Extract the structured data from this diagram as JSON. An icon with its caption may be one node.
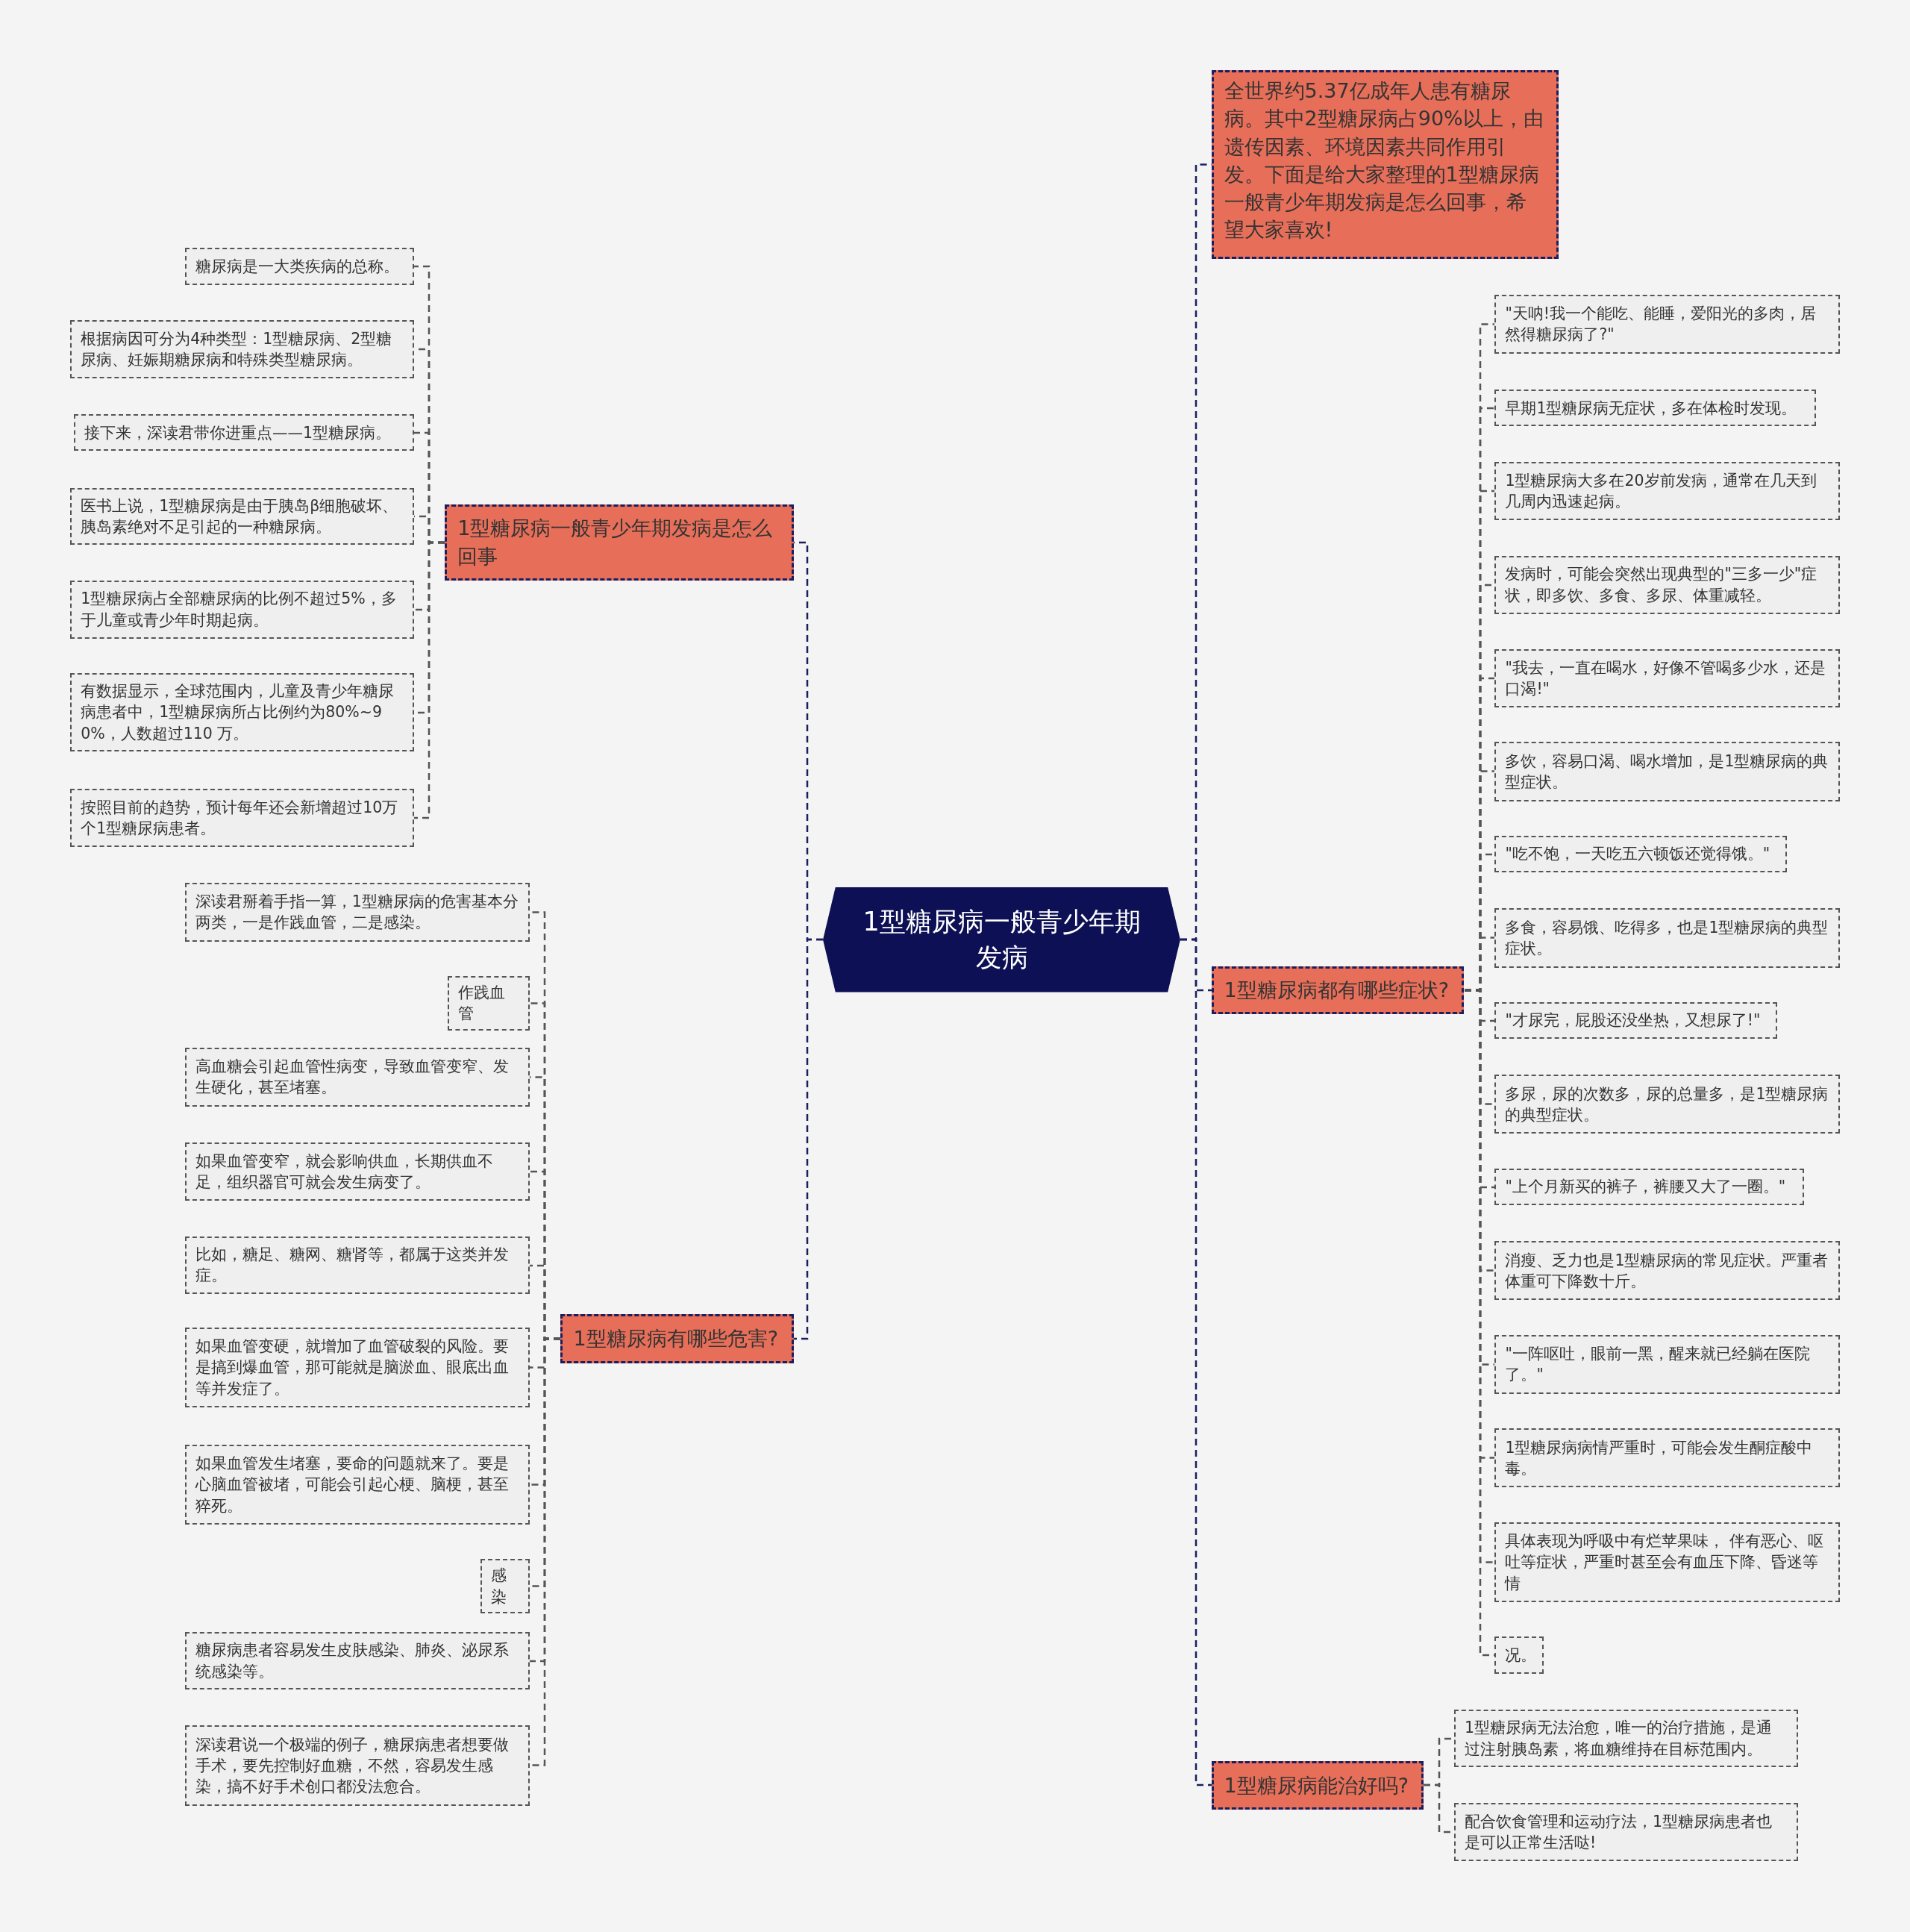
{
  "diagram": {
    "nodes": [
      {
        "text": [
          "1型糖尿病一般青少年期发病"
        ]
      },
      {
        "text": [
          "全世界约5.37亿成年人患有糖尿病。其中2型糖尿病占90%以上，由遗传因素、环境因素共同作用引发。下面是给大家整理的1型糖尿病一般青少年期发病是怎么回事，希望大家喜欢!"
        ]
      },
      {
        "text": [
          "1型糖尿病一般青少年期发病是怎么回事"
        ]
      },
      {
        "text": [
          "糖尿病是一大类疾病的总称。"
        ]
      },
      {
        "text": [
          "根据病因可分为4种类型：1型糖尿病、2型糖尿病、妊娠期糖尿病和特殊类型糖尿病。"
        ]
      },
      {
        "text": [
          "接下来，深读君带你进重点——1型糖尿病。"
        ]
      },
      {
        "text": [
          "医书上说，1型糖尿病是由于胰岛β细胞破坏、胰岛素绝对不足引起的一种糖尿病。"
        ]
      },
      {
        "text": [
          "1型糖尿病占全部糖尿病的比例不超过5%，多于儿童或青少年时期起病。"
        ]
      },
      {
        "text": [
          "有数据显示，全球范围内，儿童及青少年糖尿病患者中，1型糖尿病所占比例约为80%~90%，人数超过110 万。"
        ]
      },
      {
        "text": [
          "按照目前的趋势，预计每年还会新增超过10万个1型糖尿病患者。"
        ]
      },
      {
        "text": [
          "1型糖尿病有哪些危害?"
        ]
      },
      {
        "text": [
          "深读君掰着手指一算，1型糖尿病的危害基本分两类，一是作践血管，二是感染。"
        ]
      },
      {
        "text": [
          "作践血管"
        ]
      },
      {
        "text": [
          "高血糖会引起血管性病变，导致血管变窄、发生硬化，甚至堵塞。"
        ]
      },
      {
        "text": [
          "如果血管变窄，就会影响供血，长期供血不足，组织器官可就会发生病变了。"
        ]
      },
      {
        "text": [
          "比如，糖足、糖网、糖肾等，都属于这类并发症。"
        ]
      },
      {
        "text": [
          "如果血管变硬，就增加了血管破裂的风险。要是搞到爆血管，那可能就是脑淤血、眼底出血等并发症了。"
        ]
      },
      {
        "text": [
          "如果血管发生堵塞，要命的问题就来了。要是心脑血管被堵，可能会引起心梗、脑梗，甚至猝死。"
        ]
      },
      {
        "text": [
          "感染"
        ]
      },
      {
        "text": [
          "糖尿病患者容易发生皮肤感染、肺炎、泌尿系统感染等。"
        ]
      },
      {
        "text": [
          "深读君说一个极端的例子，糖尿病患者想要做手术，要先控制好血糖，不然，容易发生感染，搞不好手术创口都没法愈合。"
        ]
      },
      {
        "text": [
          "1型糖尿病都有哪些症状?"
        ]
      },
      {
        "text": [
          "\"天呐!我一个能吃、能睡，爱阳光的多肉，居然得糖尿病了?\""
        ]
      },
      {
        "text": [
          "早期1型糖尿病无症状，多在体检时发现。"
        ]
      },
      {
        "text": [
          "1型糖尿病大多在20岁前发病，通常在几天到几周内迅速起病。"
        ]
      },
      {
        "text": [
          "发病时，可能会突然出现典型的\"三多一少\"症状，即多饮、多食、多尿、体重减轻。"
        ]
      },
      {
        "text": [
          "\"我去，一直在喝水，好像不管喝多少水，还是口渴!\""
        ]
      },
      {
        "text": [
          "多饮，容易口渴、喝水增加，是1型糖尿病的典型症状。"
        ]
      },
      {
        "text": [
          "\"吃不饱，一天吃五六顿饭还觉得饿。\""
        ]
      },
      {
        "text": [
          "多食，容易饿、吃得多，也是1型糖尿病的典型症状。"
        ]
      },
      {
        "text": [
          "\"才尿完，屁股还没坐热，又想尿了!\""
        ]
      },
      {
        "text": [
          "多尿，尿的次数多，尿的总量多，是1型糖尿病的典型症状。"
        ]
      },
      {
        "text": [
          "\"上个月新买的裤子，裤腰又大了一圈。\""
        ]
      },
      {
        "text": [
          "消瘦、乏力也是1型糖尿病的常见症状。严重者体重可下降数十斤。"
        ]
      },
      {
        "text": [
          "\"一阵呕吐，眼前一黑，醒来就已经躺在医院了。\""
        ]
      },
      {
        "text": [
          "1型糖尿病病情严重时，可能会发生酮症酸中毒。"
        ]
      },
      {
        "text": [
          "具体表现为呼吸中有烂苹果味， 伴有恶心、呕吐等症状，严重时甚至会有血压下降、昏迷等情"
        ]
      },
      {
        "text": [
          "况。"
        ]
      },
      {
        "text": [
          "1型糖尿病能治好吗?"
        ]
      },
      {
        "text": [
          "1型糖尿病无法治愈，唯一的治疗措施，是通过注射胰岛素，将血糖维持在目标范围内。"
        ]
      },
      {
        "text": [
          "配合饮食管理和运动疗法，1型糖尿病患者也是可以正常生活哒!"
        ]
      }
    ],
    "edges": [
      {
        "from": 0,
        "to": 1,
        "arrow": "none",
        "style": "dashed",
        "color": "#1b1f5e"
      },
      {
        "from": 0,
        "to": 2,
        "arrow": "none",
        "style": "dashed",
        "color": "#1b1f5e"
      },
      {
        "from": 0,
        "to": 10,
        "arrow": "none",
        "style": "dashed",
        "color": "#1b1f5e"
      },
      {
        "from": 0,
        "to": 21,
        "arrow": "none",
        "style": "dashed",
        "color": "#1b1f5e"
      },
      {
        "from": 0,
        "to": 38,
        "arrow": "none",
        "style": "dashed",
        "color": "#1b1f5e"
      },
      {
        "from": 2,
        "to": 3,
        "arrow": "none",
        "style": "dashed"
      },
      {
        "from": 2,
        "to": 4,
        "arrow": "none",
        "style": "dashed"
      },
      {
        "from": 2,
        "to": 5,
        "arrow": "none",
        "style": "dashed"
      },
      {
        "from": 2,
        "to": 6,
        "arrow": "none",
        "style": "dashed"
      },
      {
        "from": 2,
        "to": 7,
        "arrow": "none",
        "style": "dashed"
      },
      {
        "from": 2,
        "to": 8,
        "arrow": "none",
        "style": "dashed"
      },
      {
        "from": 2,
        "to": 9,
        "arrow": "none",
        "style": "dashed"
      },
      {
        "from": 10,
        "to": 11,
        "arrow": "none",
        "style": "dashed"
      },
      {
        "from": 10,
        "to": 12,
        "arrow": "none",
        "style": "dashed"
      },
      {
        "from": 10,
        "to": 13,
        "arrow": "none",
        "style": "dashed"
      },
      {
        "from": 10,
        "to": 14,
        "arrow": "none",
        "style": "dashed"
      },
      {
        "from": 10,
        "to": 15,
        "arrow": "none",
        "style": "dashed"
      },
      {
        "from": 10,
        "to": 16,
        "arrow": "none",
        "style": "dashed"
      },
      {
        "from": 10,
        "to": 17,
        "arrow": "none",
        "style": "dashed"
      },
      {
        "from": 10,
        "to": 18,
        "arrow": "none",
        "style": "dashed"
      },
      {
        "from": 10,
        "to": 19,
        "arrow": "none",
        "style": "dashed"
      },
      {
        "from": 10,
        "to": 20,
        "arrow": "none",
        "style": "dashed"
      },
      {
        "from": 21,
        "to": 22,
        "arrow": "none",
        "style": "dashed"
      },
      {
        "from": 21,
        "to": 23,
        "arrow": "none",
        "style": "dashed"
      },
      {
        "from": 21,
        "to": 24,
        "arrow": "none",
        "style": "dashed"
      },
      {
        "from": 21,
        "to": 25,
        "arrow": "none",
        "style": "dashed"
      },
      {
        "from": 21,
        "to": 26,
        "arrow": "none",
        "style": "dashed"
      },
      {
        "from": 21,
        "to": 27,
        "arrow": "none",
        "style": "dashed"
      },
      {
        "from": 21,
        "to": 28,
        "arrow": "none",
        "style": "dashed"
      },
      {
        "from": 21,
        "to": 29,
        "arrow": "none",
        "style": "dashed"
      },
      {
        "from": 21,
        "to": 30,
        "arrow": "none",
        "style": "dashed"
      },
      {
        "from": 21,
        "to": 31,
        "arrow": "none",
        "style": "dashed"
      },
      {
        "from": 21,
        "to": 32,
        "arrow": "none",
        "style": "dashed"
      },
      {
        "from": 21,
        "to": 33,
        "arrow": "none",
        "style": "dashed"
      },
      {
        "from": 21,
        "to": 34,
        "arrow": "none",
        "style": "dashed"
      },
      {
        "from": 21,
        "to": 35,
        "arrow": "none",
        "style": "dashed"
      },
      {
        "from": 21,
        "to": 36,
        "arrow": "none",
        "style": "dashed"
      },
      {
        "from": 21,
        "to": 37,
        "arrow": "none",
        "style": "dashed"
      },
      {
        "from": 38,
        "to": 39,
        "arrow": "none",
        "style": "dashed"
      },
      {
        "from": 38,
        "to": 40,
        "arrow": "none",
        "style": "dashed"
      }
    ]
  }
}
